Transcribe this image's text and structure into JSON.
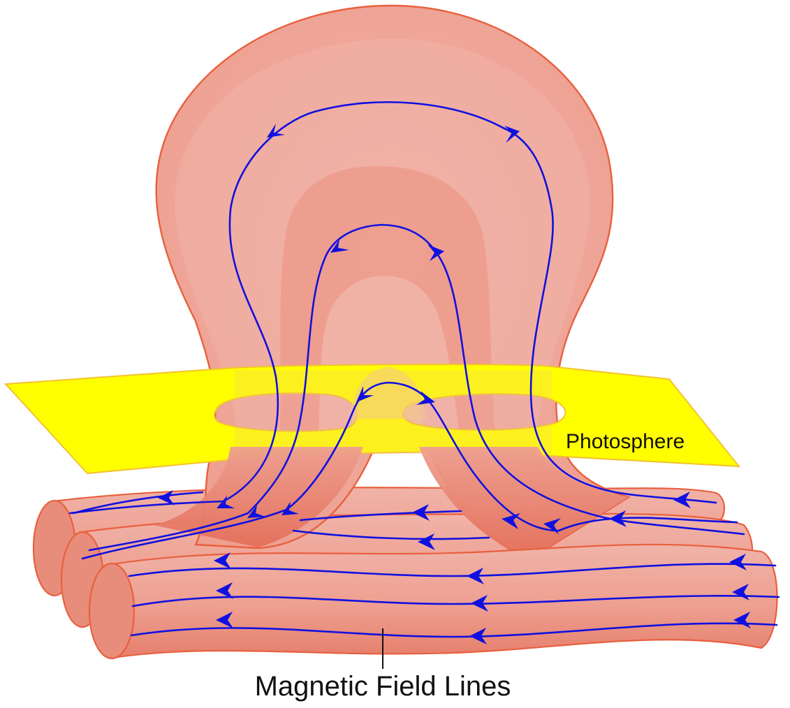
{
  "diagram": {
    "labels": {
      "photosphere": "Photosphere",
      "field_lines": "Magnetic Field Lines"
    },
    "colors": {
      "tube_fill": "#ee9f90",
      "tube_light": "#f0b3a8",
      "tube_dark": "#e57e6b",
      "tube_stroke": "#e8603e",
      "tube_end": "#e88d7c",
      "photosphere_fill": "#ffff00",
      "photosphere_stroke": "#f2c230",
      "field_line": "#1010e0"
    },
    "elements": [
      {
        "name": "outer-loop",
        "shape": "bulb"
      },
      {
        "name": "middle-loop",
        "shape": "arch"
      },
      {
        "name": "inner-loop",
        "shape": "arch"
      },
      {
        "name": "photosphere-plane",
        "shape": "sheet"
      },
      {
        "name": "flux-tube-back",
        "shape": "cylinder"
      },
      {
        "name": "flux-tube-middle",
        "shape": "cylinder"
      },
      {
        "name": "flux-tube-front",
        "shape": "cylinder"
      }
    ]
  }
}
